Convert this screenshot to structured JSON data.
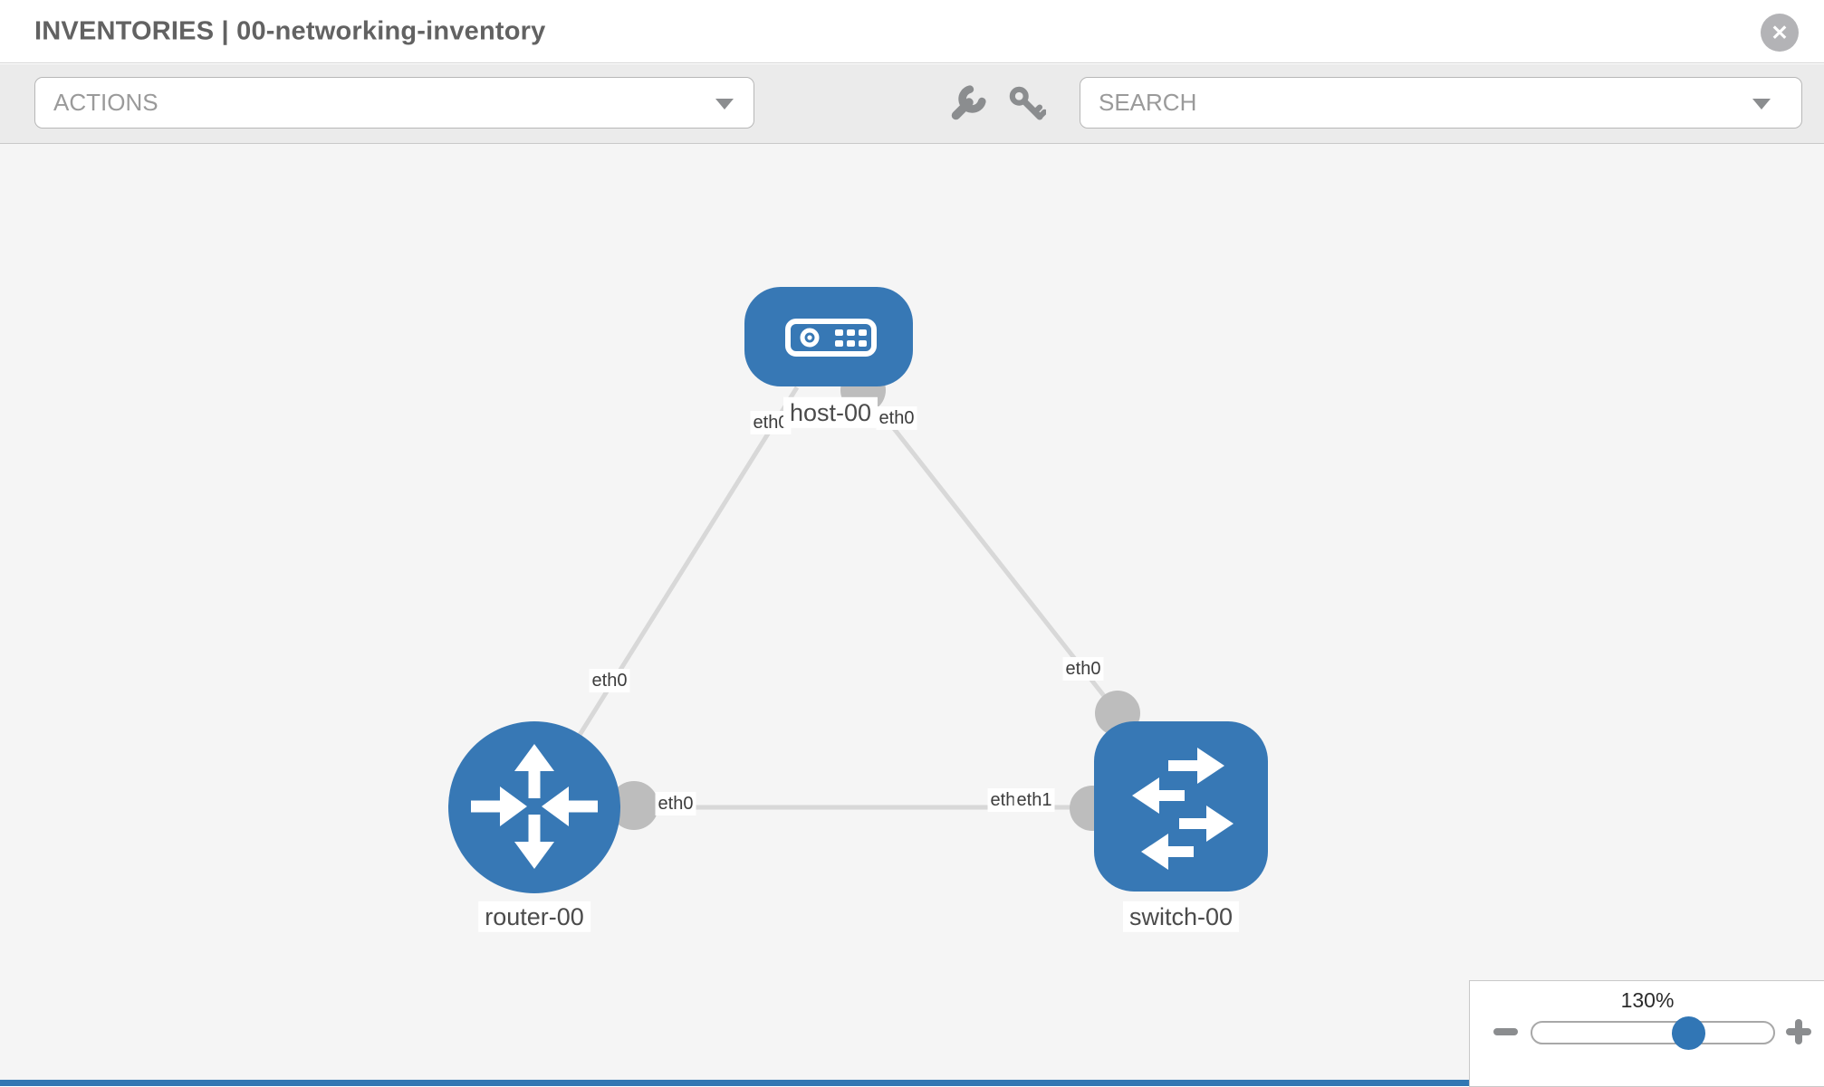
{
  "header": {
    "section": "INVENTORIES",
    "separator": "|",
    "inventory_name": "00-networking-inventory",
    "close_glyph": "✕"
  },
  "toolbar": {
    "actions_label": "ACTIONS",
    "search_placeholder": "SEARCH",
    "icons": [
      "wrench-icon",
      "key-icon"
    ]
  },
  "topology": {
    "nodes": [
      {
        "id": "host-00",
        "type": "host",
        "label": "host-00"
      },
      {
        "id": "router-00",
        "type": "router",
        "label": "router-00"
      },
      {
        "id": "switch-00",
        "type": "switch",
        "label": "switch-00"
      }
    ],
    "links": [
      {
        "source": "host-00",
        "target": "router-00",
        "source_port": "eth0",
        "target_port": "eth0"
      },
      {
        "source": "host-00",
        "target": "switch-00",
        "source_port": "eth0",
        "target_port": "eth0"
      },
      {
        "source": "router-00",
        "target": "switch-00",
        "source_port": "eth0",
        "target_port": "eth1"
      }
    ],
    "port_labels": [
      {
        "text": "eth0"
      },
      {
        "text": "eth0"
      },
      {
        "text": "eth0"
      },
      {
        "text": "eth0"
      },
      {
        "text": "eth0"
      },
      {
        "text": "eth0"
      },
      {
        "text": "eth1"
      }
    ]
  },
  "zoom_control": {
    "level": "130%",
    "zoom_out_icon": "minus",
    "zoom_in_icon": "plus"
  },
  "colors": {
    "node_blue": "#3778b5",
    "link_gray": "#d8d8d8",
    "port_circle_gray": "#bdbdbd",
    "canvas_bg": "#f5f5f5",
    "toolbar_bg": "#ebebeb",
    "icon_gray": "#8b8d8f"
  }
}
